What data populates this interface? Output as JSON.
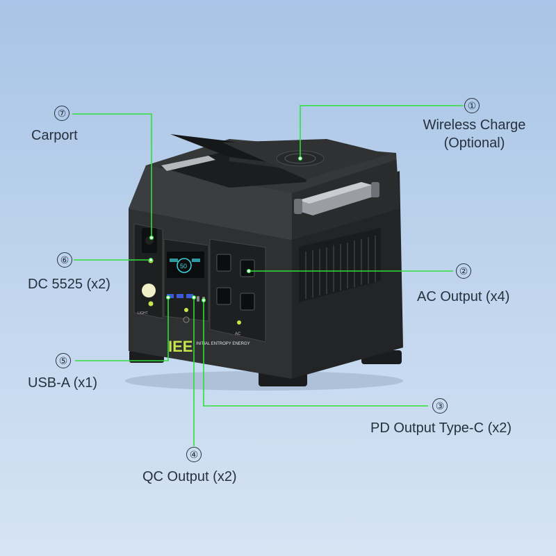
{
  "callouts": [
    {
      "id": "1",
      "number": "①",
      "line1": "Wireless Charge",
      "line2": "(Optional)"
    },
    {
      "id": "2",
      "number": "②",
      "line1": "AC Output (x4)"
    },
    {
      "id": "3",
      "number": "③",
      "line1": "PD Output Type-C (x2)"
    },
    {
      "id": "4",
      "number": "④",
      "line1": "QC Output (x2)"
    },
    {
      "id": "5",
      "number": "⑤",
      "line1": "USB-A (x1)"
    },
    {
      "id": "6",
      "number": "⑥",
      "line1": "DC 5525 (x2)"
    },
    {
      "id": "7",
      "number": "⑦",
      "line1": "Carport"
    }
  ],
  "product": {
    "logo_text": "INITIAL ENTROPY ENERGY",
    "display_value": "50",
    "light_label": "LIGHT",
    "ac_label": "AC"
  },
  "colors": {
    "leader_line": "#2ee03a",
    "body": "#2a2c2e",
    "background_top": "#a8c4e6",
    "background_bottom": "#d6e4f4",
    "accent": "#c8e64a"
  }
}
